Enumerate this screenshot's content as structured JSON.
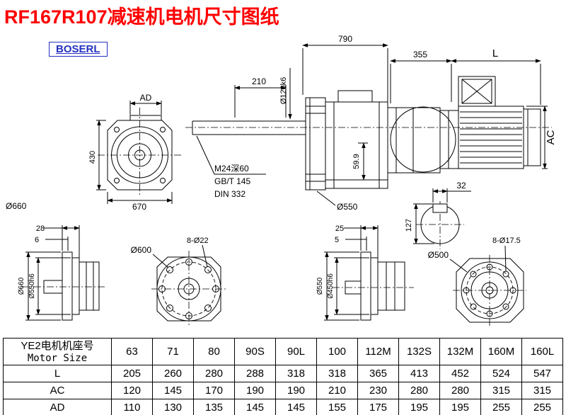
{
  "title": "RF167R107减速机电机尺寸图纸",
  "brand": "BOSERL",
  "colors": {
    "title": "#fe0000",
    "brand": "#2531c0",
    "line": "#000000"
  },
  "labels": {
    "front_view": {
      "ad": "AD",
      "height": "430",
      "width": "670",
      "housing_dia": "Ø660"
    },
    "side_view": {
      "overall": "790",
      "shaft_len": "210",
      "shaft_dia": "Ø120k6",
      "tap1": "M24深60",
      "tap2": "GB/T 145",
      "tap3": "DIN 332",
      "center_height": "59.9",
      "flange_dia": "Ø550"
    },
    "motor_dims": {
      "adapter_len": "355",
      "motor_len": "L",
      "motor_width": "AC"
    },
    "shaft_section": {
      "key_width": "32",
      "key_height": "127"
    },
    "output_side_view": {
      "flange_offset": "28",
      "flange_thickness": "6",
      "flange_dia": "Ø660",
      "spigot_dia": "Ø550h6"
    },
    "output_flange_view": {
      "bolt_circle": "Ø600",
      "bolt_holes": "8-Ø22"
    },
    "input_side_view": {
      "flange_offset": "25",
      "flange_thickness": "5",
      "flange_dia": "Ø550",
      "spigot_dia": "Ø450h6"
    },
    "input_flange_view": {
      "bolt_circle": "Ø500",
      "bolt_holes": "8-Ø17.5"
    }
  },
  "table": {
    "header_cn": "YE2电机机座号",
    "header_en": "Motor Size",
    "sizes": [
      "63",
      "71",
      "80",
      "90S",
      "90L",
      "100",
      "112M",
      "132S",
      "132M",
      "160M",
      "160L"
    ],
    "rows": [
      {
        "label": "L",
        "values": [
          "205",
          "260",
          "280",
          "288",
          "318",
          "318",
          "365",
          "413",
          "452",
          "524",
          "547"
        ]
      },
      {
        "label": "AC",
        "values": [
          "120",
          "145",
          "170",
          "190",
          "190",
          "210",
          "230",
          "280",
          "280",
          "315",
          "315"
        ]
      },
      {
        "label": "AD",
        "values": [
          "110",
          "130",
          "135",
          "145",
          "145",
          "155",
          "175",
          "195",
          "195",
          "255",
          "255"
        ]
      }
    ]
  }
}
